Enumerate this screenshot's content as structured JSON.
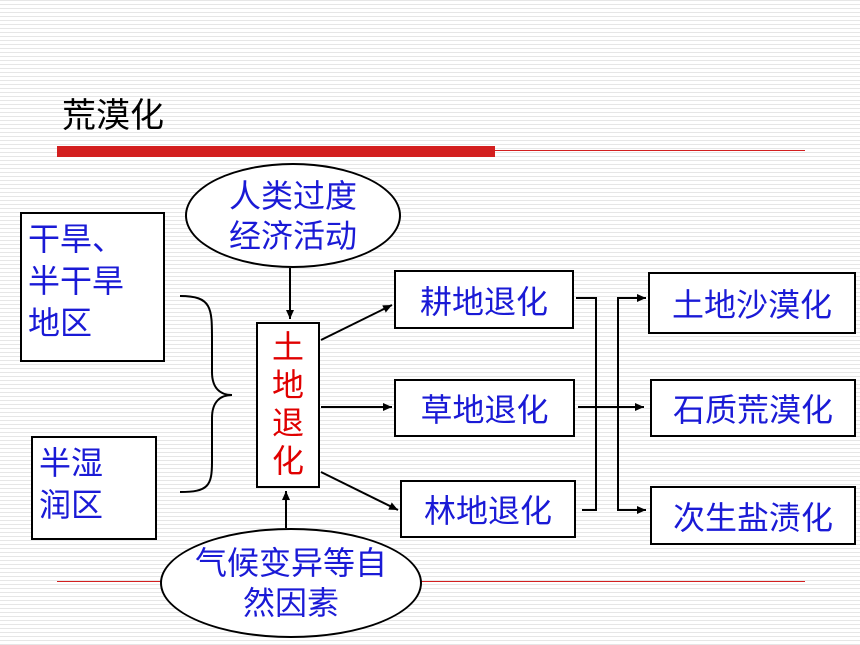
{
  "title": "荒漠化",
  "colors": {
    "title_bar": "#d31f1f",
    "text_blue": "#1a1ad6",
    "text_red": "#e00000"
  },
  "causes": {
    "human": "人类过度\n经济活动",
    "natural": "气候变异等自\n然因素"
  },
  "regions": {
    "arid": "干旱、\n半干旱\n地区",
    "humid": "半湿\n润区"
  },
  "center": "土\n地\n退\n化",
  "degradation": {
    "farmland": "耕地退化",
    "grassland": "草地退化",
    "forest": "林地退化"
  },
  "outcomes": {
    "sandy": "土地沙漠化",
    "rocky": "石质荒漠化",
    "saline": "次生盐渍化"
  }
}
